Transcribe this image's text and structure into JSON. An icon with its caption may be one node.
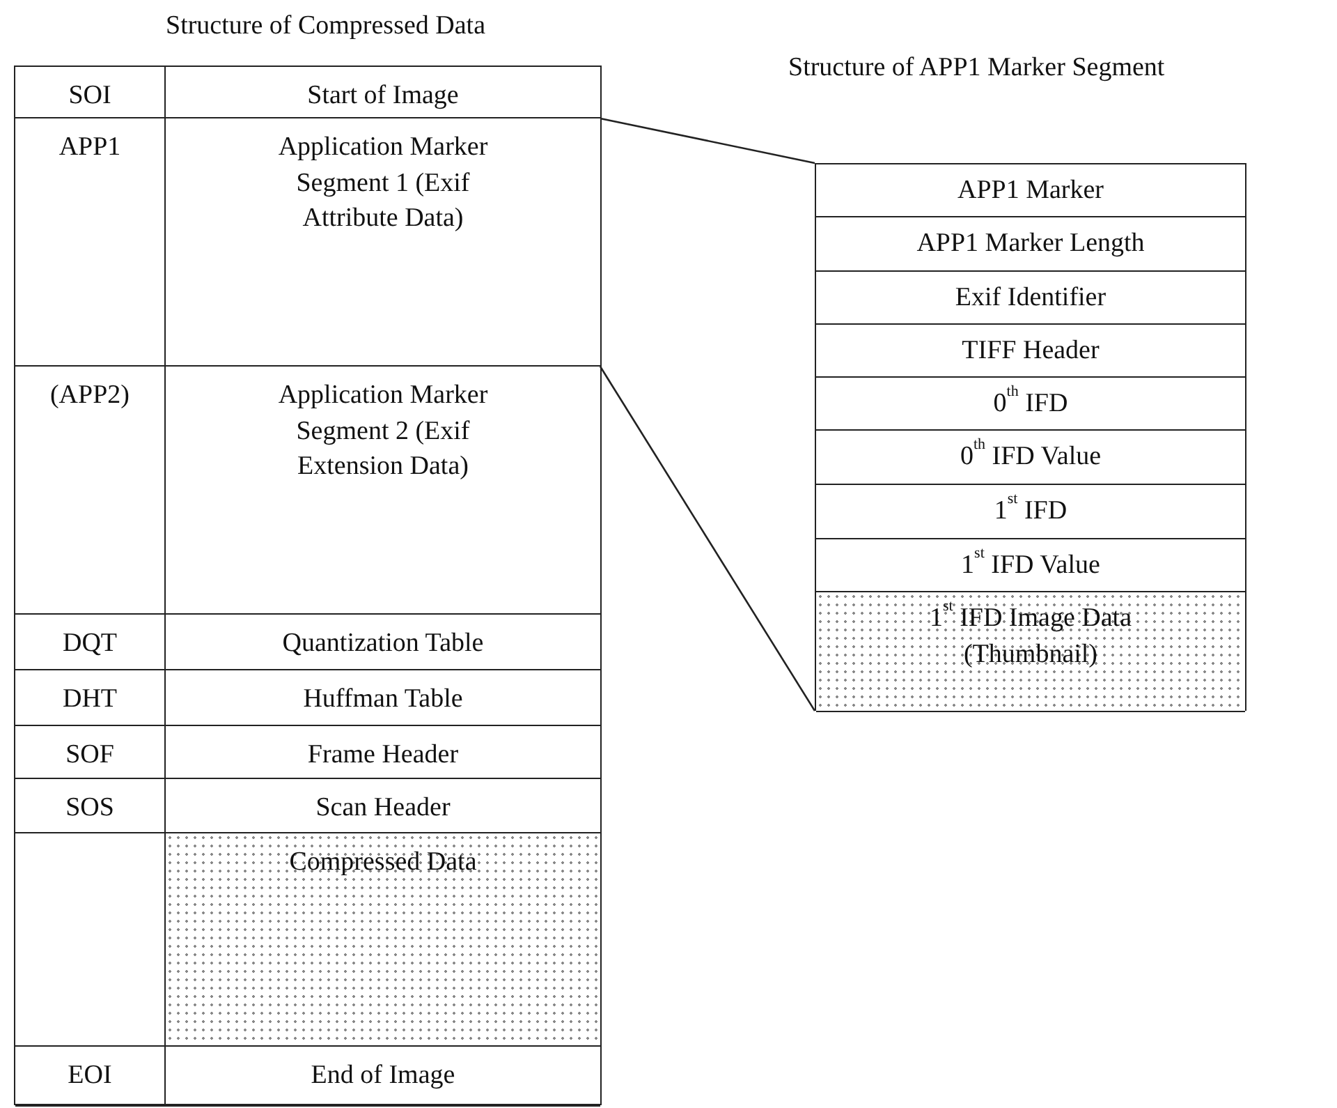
{
  "diagram": {
    "nodes": [
      {
        "text": [
          "Structure of Compressed Data"
        ]
      },
      {
        "text": [
          "SOI",
          "Start of Image"
        ],
        "in": 0
      },
      {
        "text": [
          "APP1",
          "Application Marker Segment 1 (Exif Attribute Data)"
        ],
        "in": 0
      },
      {
        "text": [
          "(APP2)",
          "Application Marker Segment 2 (Exif Extension Data)"
        ],
        "in": 0
      },
      {
        "text": [
          "DQT",
          "Quantization Table"
        ],
        "in": 0
      },
      {
        "text": [
          "DHT",
          "Huffman Table"
        ],
        "in": 0
      },
      {
        "text": [
          "SOF",
          "Frame Header"
        ],
        "in": 0
      },
      {
        "text": [
          "SOS",
          "Scan Header"
        ],
        "in": 0
      },
      {
        "text": [
          "Compressed Data"
        ],
        "in": 0
      },
      {
        "text": [
          "EOI",
          "End of Image"
        ],
        "in": 0
      },
      {
        "text": [
          "Structure of APP1 Marker Segment"
        ]
      },
      {
        "text": [
          "APP1 Marker"
        ],
        "in": 10
      },
      {
        "text": [
          "APP1 Marker Length"
        ],
        "in": 10
      },
      {
        "text": [
          "Exif Identifier"
        ],
        "in": 10
      },
      {
        "text": [
          "TIFF Header"
        ],
        "in": 10
      },
      {
        "text": [
          "0$^{th}$ IFD"
        ],
        "in": 10
      },
      {
        "text": [
          "0$^{th}$ IFD Value"
        ],
        "in": 10
      },
      {
        "text": [
          "1$^{st}$ IFD"
        ],
        "in": 10
      },
      {
        "text": [
          "1$^{st}$ IFD Value"
        ],
        "in": 10
      },
      {
        "text": [
          "1$^{st}$ IFD Image Data (Thumbnail)"
        ],
        "in": 10
      }
    ],
    "edges": [
      {
        "from": 2,
        "to": 10,
        "arrow": "none"
      },
      {
        "from": 2,
        "to": 10,
        "arrow": "none"
      }
    ]
  }
}
